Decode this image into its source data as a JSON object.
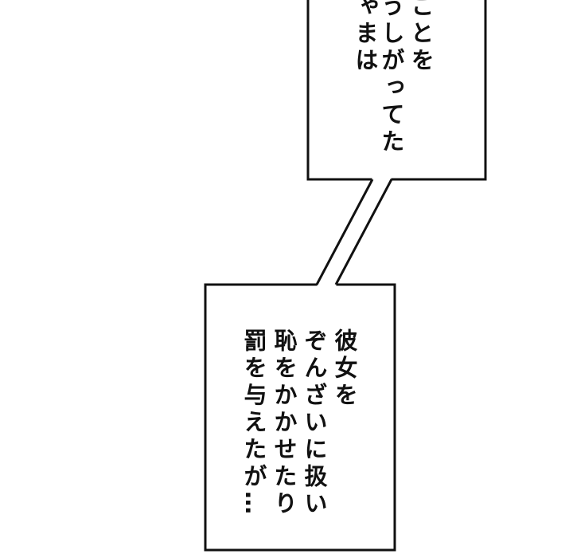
{
  "top_bubble": {
    "lines": [
      "ことを",
      "うしがってた",
      "ゃまは"
    ]
  },
  "bottom_bubble": {
    "lines": [
      "彼女を",
      "ぞんざいに扱い",
      "恥をかかせたり",
      "罰を与えたが…"
    ]
  },
  "colors": {
    "ink": "#111111",
    "paper": "#ffffff"
  }
}
